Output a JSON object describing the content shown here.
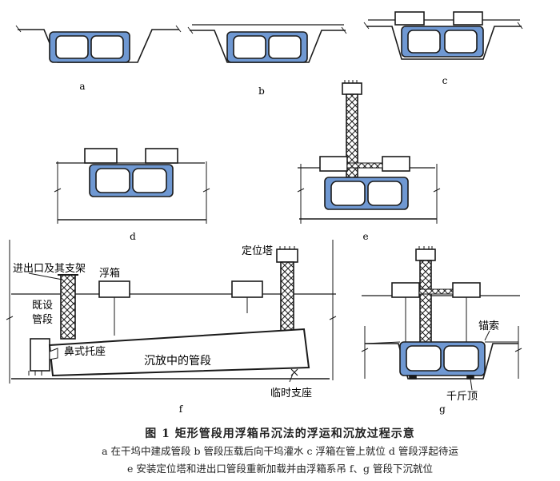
{
  "panels": {
    "a": "a",
    "b": "b",
    "c": "c",
    "d": "d",
    "e": "e",
    "f": "f",
    "g": "g"
  },
  "labels": {
    "entrance": "进出口及其支架",
    "pontoon": "浮箱",
    "tower": "定位塔",
    "existing_line1": "既设",
    "existing_line2": "管段",
    "nose_support": "鼻式托座",
    "sinking_segment": "沉放中的管段",
    "temp_support": "临时支座",
    "anchor": "锚索",
    "jack": "千斤顶"
  },
  "caption": {
    "title": "图 1   矩形管段用浮箱吊沉法的浮运和沉放过程示意",
    "line1": "a 在干坞中建成管段  b 管段压载后向干坞灌水  c 浮箱在管上就位  d 管段浮起待运",
    "line2": "e 安装定位塔和进出口管段重新加载并由浮箱系吊  f、g 管段下沉就位"
  },
  "colors": {
    "segment_fill": "#6f98d2",
    "segment_inner": "#ffffff",
    "line": "#1a1a1a",
    "pontoon_fill": "#ffffff"
  }
}
